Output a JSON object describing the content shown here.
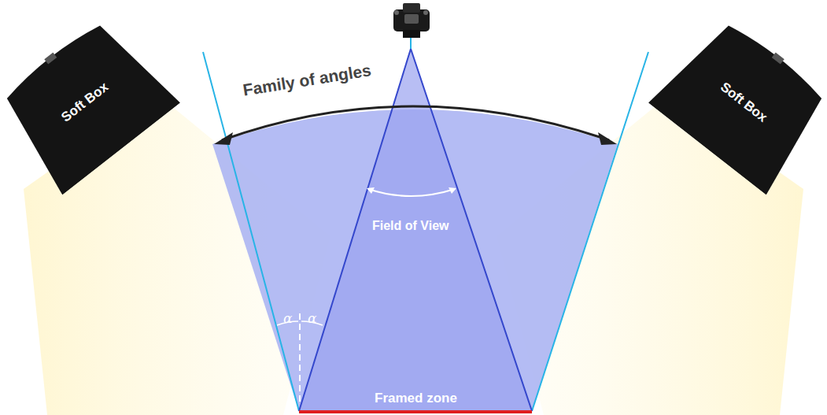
{
  "diagram": {
    "nodes": [
      {
        "text": [
          "Soft Box"
        ]
      },
      {
        "text": [
          "Soft Box"
        ]
      }
    ],
    "labels": [
      "Family of angles",
      "Field of View",
      "α",
      "α",
      "Framed zone"
    ]
  }
}
